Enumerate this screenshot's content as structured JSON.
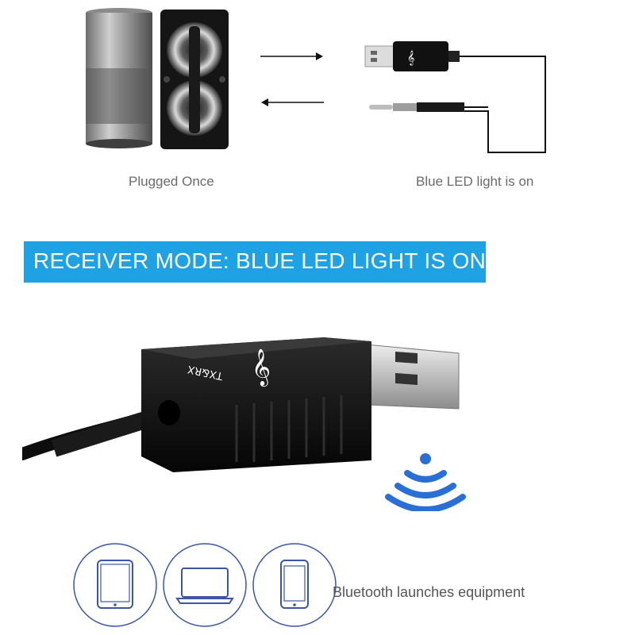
{
  "top_section": {
    "left_caption": "Plugged Once",
    "right_caption": "Blue LED light is on"
  },
  "banner": {
    "text": "RECEIVER MODE: BLUE LED LIGHT IS ON",
    "color": "#1fa2e3"
  },
  "adapter_label": "TX&RX",
  "bottom_section": {
    "devices": [
      "tablet-icon",
      "laptop-icon",
      "smartphone-icon"
    ],
    "caption": "Bluetooth launches equipment"
  },
  "colors": {
    "wave": "#2a6fd6",
    "device_outline": "#3b56a8"
  }
}
